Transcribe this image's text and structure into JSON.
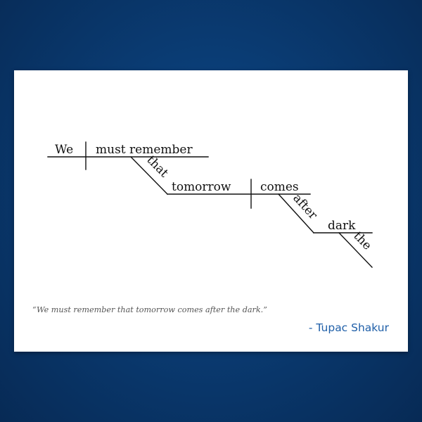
{
  "diagram": {
    "subject": "We",
    "verb_phrase": "must remember",
    "conjunction": "that",
    "clause_subject": "tomorrow",
    "clause_verb": "comes",
    "preposition": "after",
    "object": "dark",
    "article": "the"
  },
  "caption": {
    "quote": "“We must remember that tomorrow comes after the dark.”",
    "author": "- Tupac Shakur"
  },
  "colors": {
    "background": "#0a3b72",
    "card": "#ffffff",
    "ink": "#111111",
    "author": "#1f5fa8"
  }
}
